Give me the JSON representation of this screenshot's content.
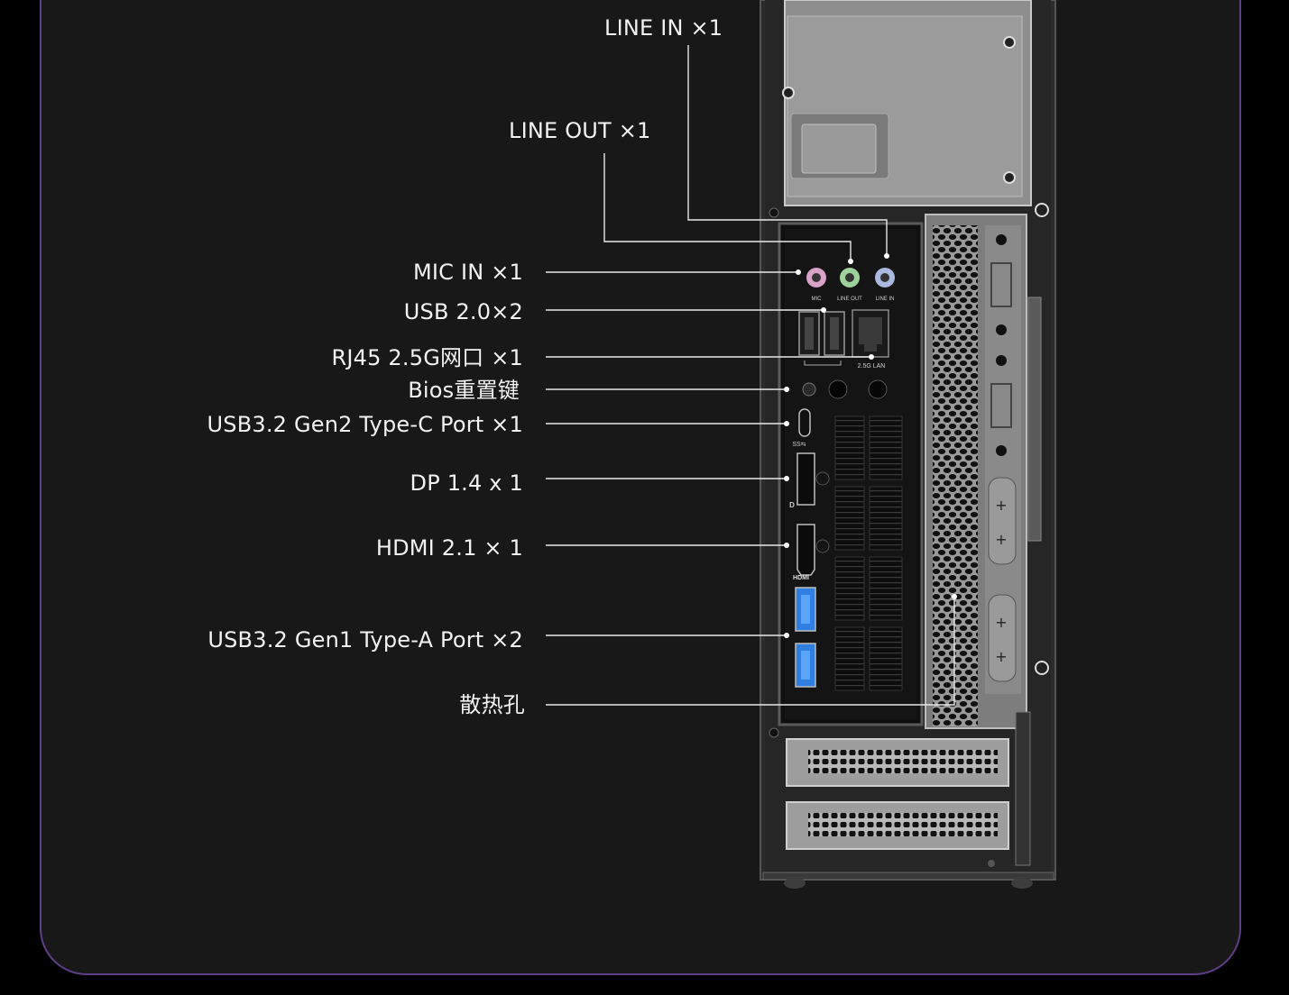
{
  "callouts": {
    "line_in": "LINE IN  ×1",
    "line_out": "LINE OUT  ×1",
    "mic_in": "MIC IN  ×1",
    "usb20": "USB 2.0×2",
    "rj45": "RJ45 2.5G网口 ×1",
    "bios": "Bios重置键",
    "typec": "USB3.2 Gen2 Type-C Port ×1",
    "dp": "DP 1.4 x 1",
    "hdmi": "HDMI 2.1 × 1",
    "typea": "USB3.2 Gen1 Type-A Port  ×2",
    "vents": "散热孔"
  },
  "panel_markings": {
    "mic": "MIC",
    "line_out": "LINE OUT",
    "line_in": "LINE IN",
    "lan": "2.5G LAN",
    "usb_ss": "SS⇆",
    "dp_mark": "D",
    "hdmi": "HDMI"
  },
  "colors": {
    "background": "#000000",
    "card": "#181818",
    "card_border": "#5e3f86",
    "mic_jack": "#d9a3c8",
    "line_out_jack": "#9fd19a",
    "line_in_jack": "#a9b9e0",
    "usb3_blue": "#2f7fe0"
  }
}
